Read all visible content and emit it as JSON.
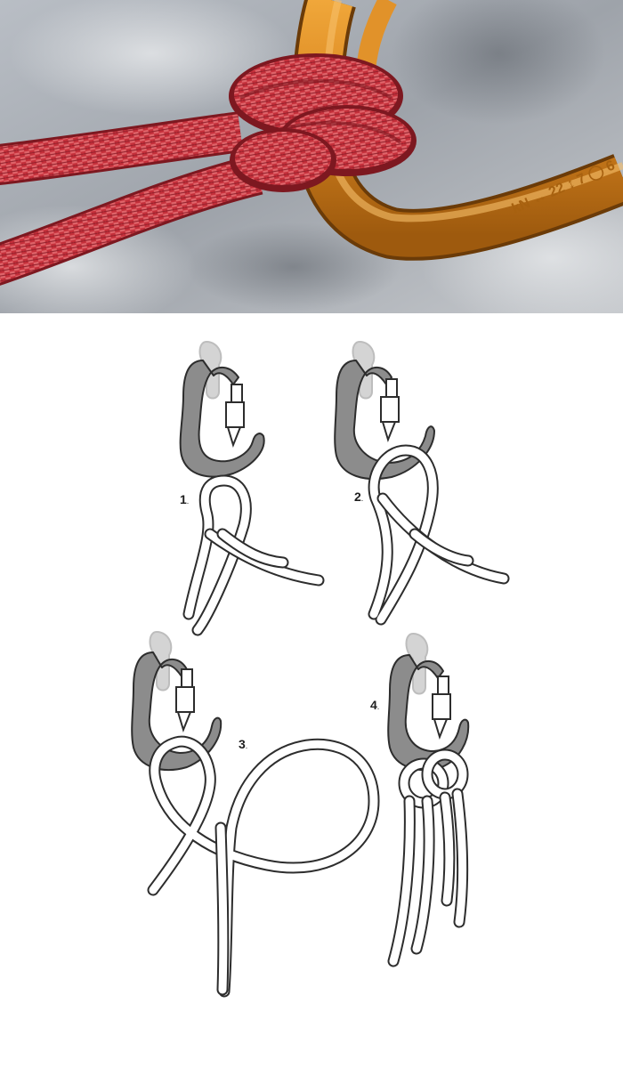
{
  "photo": {
    "rope_color": "#c9333b",
    "carabiner_color": "#d9891e",
    "carabiner_marking": "kN ↔ 22 ↕ 7 ◯ 6"
  },
  "steps": [
    {
      "number": "1",
      "suffix": "."
    },
    {
      "number": "2",
      "suffix": "."
    },
    {
      "number": "3",
      "suffix": "."
    },
    {
      "number": "4",
      "suffix": "."
    }
  ],
  "colors": {
    "carabiner_gray": "#8c8c8c",
    "anchor_sling": "#d4d4d4",
    "outline": "#2d2d2d",
    "rope_fill": "#ffffff"
  }
}
